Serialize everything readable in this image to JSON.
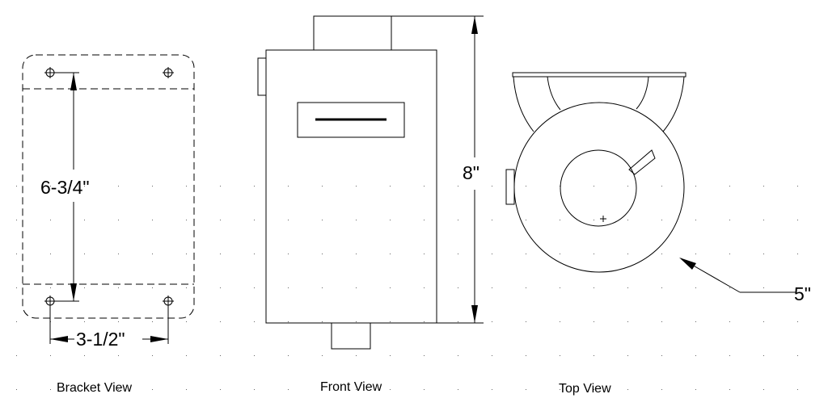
{
  "views": {
    "bracket": {
      "label": "Bracket View",
      "height_dim": "6-3/4\"",
      "width_dim": "3-1/2\""
    },
    "front": {
      "label": "Front View",
      "height_dim": "8\""
    },
    "top": {
      "label": "Top View",
      "diameter_dim": "5\""
    }
  }
}
